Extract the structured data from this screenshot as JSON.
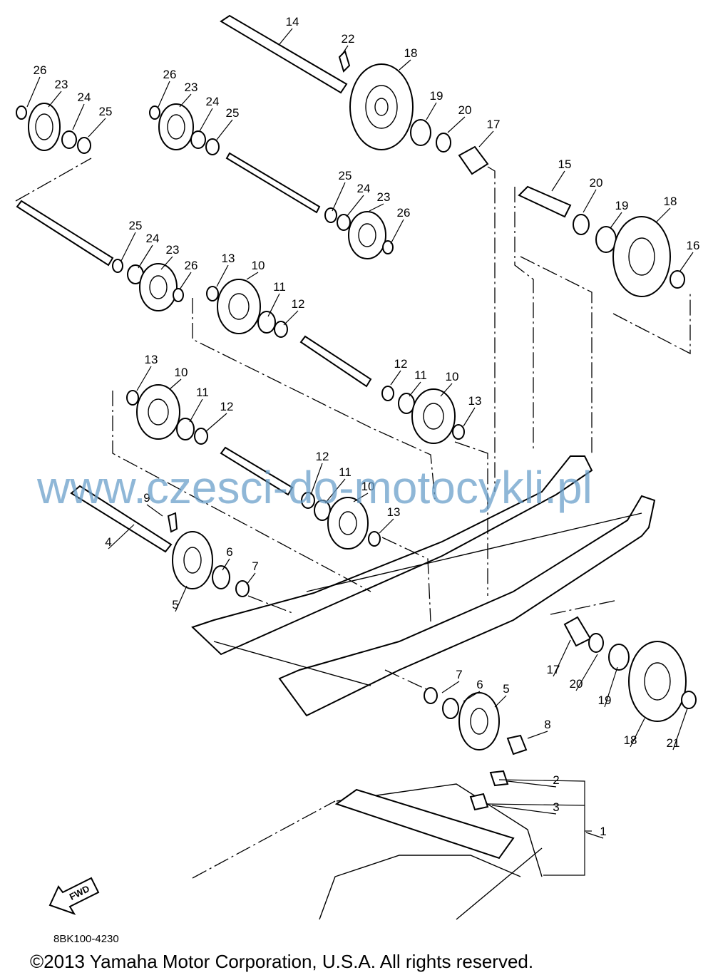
{
  "watermark": "www.czesci-do-motocykli.pl",
  "diagram_code": "8BK100-4230",
  "copyright": "©2013 Yamaha Motor Corporation, U.S.A. All rights reserved.",
  "fwd_label": "FWD",
  "callouts": [
    "14",
    "22",
    "18",
    "19",
    "20",
    "17",
    "26",
    "23",
    "24",
    "25",
    "26",
    "23",
    "24",
    "25",
    "25",
    "24",
    "23",
    "26",
    "15",
    "20",
    "19",
    "18",
    "16",
    "25",
    "24",
    "23",
    "26",
    "13",
    "10",
    "11",
    "12",
    "13",
    "10",
    "11",
    "12",
    "12",
    "11",
    "10",
    "13",
    "12",
    "11",
    "10",
    "13",
    "9",
    "4",
    "6",
    "7",
    "5",
    "17",
    "20",
    "19",
    "18",
    "21",
    "7",
    "6",
    "5",
    "8",
    "2",
    "3",
    "1"
  ]
}
